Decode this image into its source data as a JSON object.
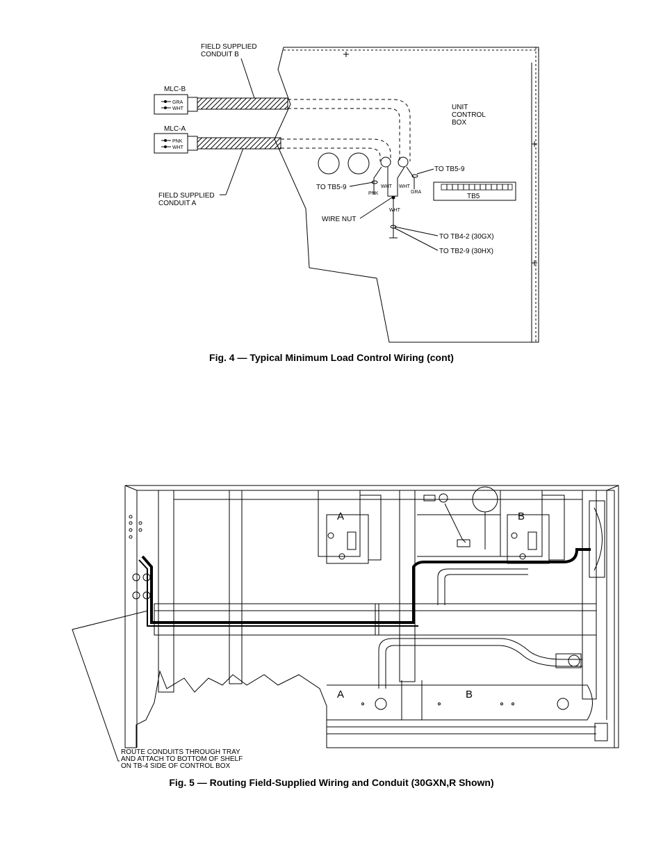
{
  "figure4": {
    "caption": "Fig. 4 — Typical Minimum Load Control Wiring (cont)",
    "labels": {
      "conduit_b": [
        "FIELD SUPPLIED",
        "CONDUIT B"
      ],
      "conduit_a": [
        "FIELD SUPPLIED",
        "CONDUIT A"
      ],
      "mlc_b": "MLC-B",
      "mlc_a": "MLC-A",
      "mlc_b_wires": [
        "GRA",
        "WHT"
      ],
      "mlc_a_wires": [
        "PNK",
        "WHT"
      ],
      "unit_control_box": [
        "UNIT",
        "CONTROL",
        "BOX"
      ],
      "to_tb5_9_right": "TO TB5-9",
      "to_tb5_9_left": "TO TB5-9",
      "pnk": "PNK",
      "wht_left": "WHT",
      "wht_right": "WHT",
      "gra": "GRA",
      "wht_bottom": "WHT",
      "tb5": "TB5",
      "wire_nut": "WIRE NUT",
      "to_tb4_2": "TO TB4-2 (30GX)",
      "to_tb2_9": "TO TB2-9 (30HX)"
    }
  },
  "figure5": {
    "caption": "Fig. 5 — Routing Field-Supplied Wiring and Conduit (30GXN,R Shown)",
    "labels": {
      "compressor_a": "A",
      "compressor_b": "B",
      "vessel_a": "A",
      "vessel_b": "B",
      "route_note": [
        "ROUTE CONDUITS THROUGH TRAY",
        "AND ATTACH TO BOTTOM OF SHELF",
        "ON TB-4 SIDE OF CONTROL BOX"
      ]
    }
  }
}
